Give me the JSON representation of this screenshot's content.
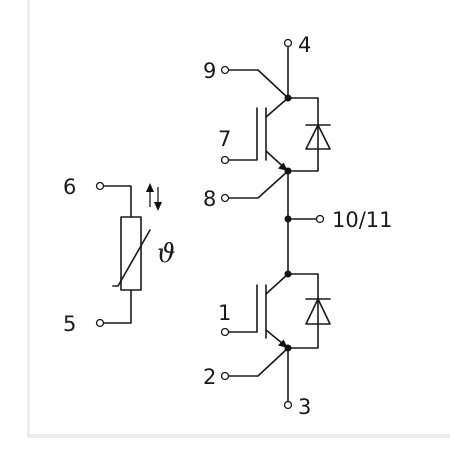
{
  "terminals": {
    "t4": "4",
    "t9": "9",
    "t7": "7",
    "t8": "8",
    "t6": "6",
    "t5": "5",
    "t10_11": "10/11",
    "t1": "1",
    "t2": "2",
    "t3": "3"
  },
  "thermistor": {
    "symbol": "ϑ",
    "arrows": "↑↓"
  },
  "colors": {
    "line": "#1a1a1a",
    "background": "#ffffff",
    "frame": "#ececec"
  }
}
